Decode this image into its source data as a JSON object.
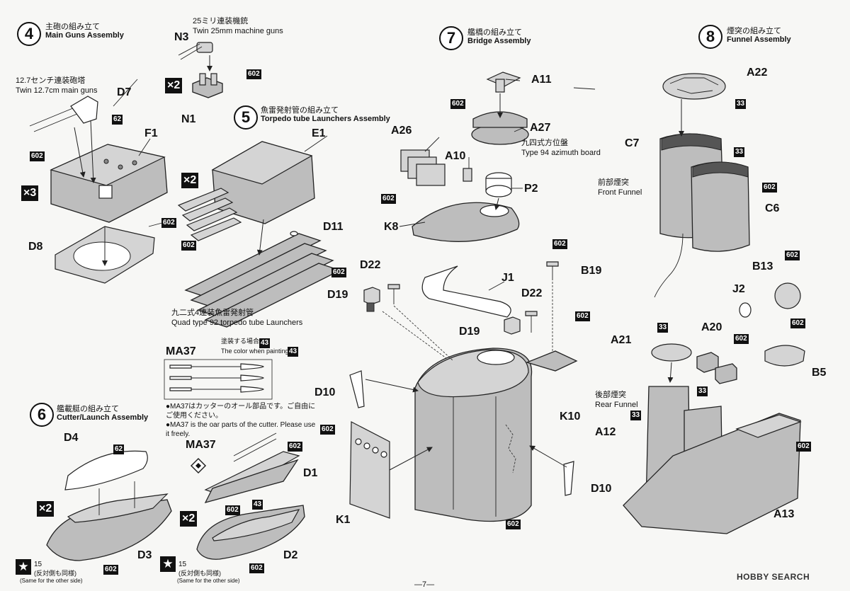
{
  "page_number": "—7—",
  "watermark": "HOBBY SEARCH",
  "steps": {
    "s4": {
      "num": "4",
      "ja": "主砲の組み立て",
      "en": "Main Guns Assembly"
    },
    "s5": {
      "num": "5",
      "ja": "魚雷発射管の組み立て",
      "en": "Torpedo tube Launchers Assembly"
    },
    "s6": {
      "num": "6",
      "ja": "艦載艇の組み立て",
      "en": "Cutter/Launch Assembly"
    },
    "s7": {
      "num": "7",
      "ja": "艦橋の組み立て",
      "en": "Bridge Assembly"
    },
    "s8": {
      "num": "8",
      "ja": "煙突の組み立て",
      "en": "Funnel Assembly"
    }
  },
  "captions": {
    "mg25_ja": "25ミリ連装機銃",
    "mg25_en": "Twin 25mm machine guns",
    "guns127_ja": "12.7センチ連装砲塔",
    "guns127_en": "Twin 12.7cm main guns",
    "torp_ja": "九二式4連装魚雷発射管",
    "torp_en": "Quad type 92 torpedo tube Launchers",
    "t94_ja": "九四式方位盤",
    "t94_en": "Type 94 azimuth board",
    "front_ja": "前部煙突",
    "front_en": "Front Funnel",
    "rear_ja": "後部煙突",
    "rear_en": "Rear Funnel",
    "paint_ja": "塗装する場合",
    "paint_en": "The color when painting is",
    "ma37_note1": "●MA37はカッターのオール部品です。ご自由にご使用ください。",
    "ma37_note2": "●MA37 is the oar parts of the cutter. Please use it freely.",
    "same_ja": "(反対側も同様)",
    "same_en": "(Same for the other side)"
  },
  "parts": {
    "N3": "N3",
    "N1": "N1",
    "D7": "D7",
    "F1": "F1",
    "D8": "D8",
    "E1": "E1",
    "D11": "D11",
    "MA37a": "MA37",
    "MA37b": "MA37",
    "D4": "D4",
    "D3": "D3",
    "D1": "D1",
    "D2": "D2",
    "A11": "A11",
    "A27": "A27",
    "A26": "A26",
    "A10": "A10",
    "P2": "P2",
    "K8": "K8",
    "J1": "J1",
    "B19": "B19",
    "D22a": "D22",
    "D22b": "D22",
    "D19a": "D19",
    "D19b": "D19",
    "D10a": "D10",
    "D10b": "D10",
    "K10": "K10",
    "K1": "K1",
    "A22": "A22",
    "C7": "C7",
    "C6": "C6",
    "B13": "B13",
    "J2": "J2",
    "A21": "A21",
    "A20": "A20",
    "B5": "B5",
    "A12": "A12",
    "A13": "A13"
  },
  "colors": {
    "c602": "602",
    "c62": "62",
    "c33": "33",
    "c43": "43",
    "c15": "15"
  },
  "multipliers": {
    "x2": "×2",
    "x3": "×3"
  }
}
